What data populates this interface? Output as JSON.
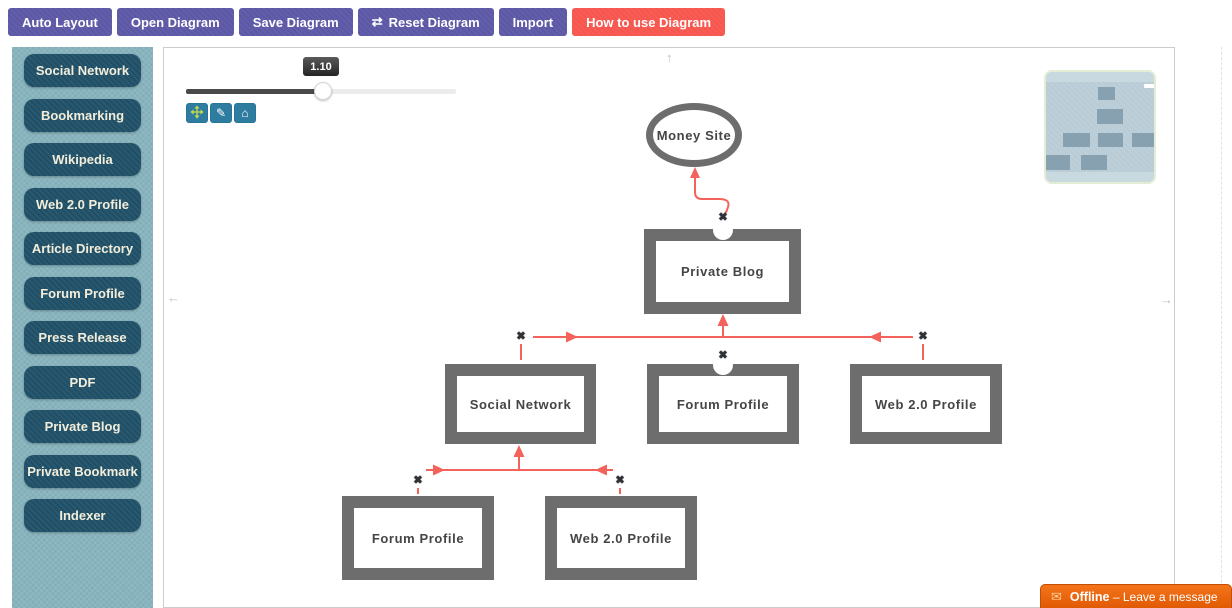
{
  "toolbar": {
    "buttons": [
      {
        "label": "Auto Layout"
      },
      {
        "label": "Open Diagram"
      },
      {
        "label": "Save Diagram"
      },
      {
        "label": "Reset Diagram"
      },
      {
        "label": "Import"
      },
      {
        "label": "How to use Diagram"
      }
    ],
    "purple": "#5d58a6",
    "red": "#f7564e"
  },
  "sidebar": {
    "items": [
      {
        "label": "Social Network"
      },
      {
        "label": "Bookmarking"
      },
      {
        "label": "Wikipedia"
      },
      {
        "label": "Web 2.0 Profile"
      },
      {
        "label": "Article Directory"
      },
      {
        "label": "Forum Profile"
      },
      {
        "label": "Press Release"
      },
      {
        "label": "PDF"
      },
      {
        "label": "Private Blog"
      },
      {
        "label": "Private Bookmark"
      },
      {
        "label": "Indexer"
      }
    ],
    "bg": "#87b4be",
    "button_bg": "#1f4f66"
  },
  "canvas": {
    "zoom_value": "1.10"
  },
  "diagram": {
    "nodes": [
      {
        "label": "Money Site",
        "shape": "ellipse"
      },
      {
        "label": "Private Blog",
        "shape": "rect"
      },
      {
        "label": "Social Network",
        "shape": "rect"
      },
      {
        "label": "Forum Profile",
        "shape": "rect"
      },
      {
        "label": "Web 2.0 Profile",
        "shape": "rect"
      },
      {
        "label": "Forum Profile",
        "shape": "rect"
      },
      {
        "label": "Web 2.0 Profile",
        "shape": "rect"
      }
    ],
    "connector_color": "#f4625c",
    "node_border_color": "#6d6d6d"
  },
  "chat_widget": {
    "status": "Offline",
    "message": "– Leave a message"
  },
  "icons": {
    "shuffle": "⇄",
    "pencil": "✎",
    "home": "⌂",
    "envelope": "✉",
    "x_mark": "✖",
    "scroll_up": "↑",
    "scroll_left": "←",
    "scroll_right": "→"
  }
}
